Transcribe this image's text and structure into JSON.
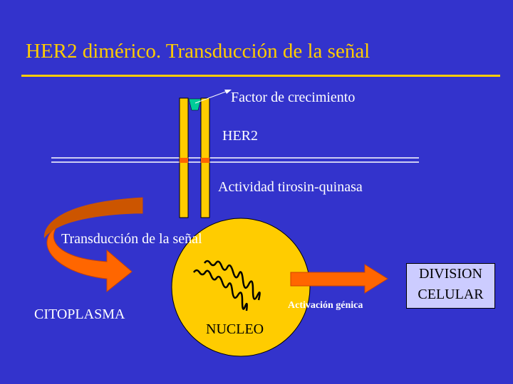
{
  "title": "HER2 dimérico. Transducción de la señal",
  "labels": {
    "growth_factor": "Factor de crecimiento",
    "her2": "HER2",
    "kinase": "Actividad tirosin-quinasa",
    "transduction": "Transducción de la señal",
    "cytoplasm": "CITOPLASMA",
    "nucleus": "NUCLEO",
    "gene_activation": "Activación génica",
    "division_line1": "DIVISION",
    "division_line2": "CELULAR"
  },
  "colors": {
    "background": "#3333cc",
    "accent": "#ffcc00",
    "arrow": "#ff6600",
    "receptor": "#ffcc00",
    "factor": "#00cc99"
  }
}
